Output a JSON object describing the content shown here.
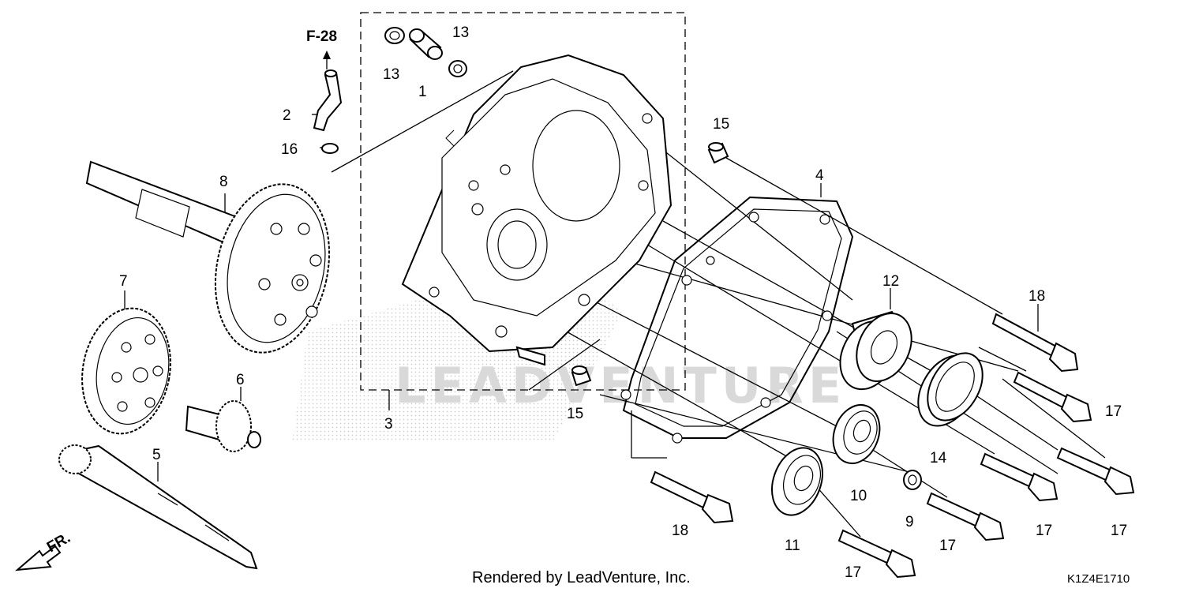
{
  "diagram": {
    "ref_page": "F-28",
    "direction": "FR.",
    "footer_text": "Rendered by LeadVenture, Inc.",
    "diagram_code": "K1Z4E1710",
    "watermark": "LEADVENTURE",
    "callouts": {
      "c1": "1",
      "c2": "2",
      "c3": "3",
      "c4": "4",
      "c5": "5",
      "c6": "6",
      "c7": "7",
      "c8": "8",
      "c9": "9",
      "c10": "10",
      "c11": "11",
      "c12": "12",
      "c13a": "13",
      "c13b": "13",
      "c14": "14",
      "c15a": "15",
      "c15b": "15",
      "c16": "16",
      "c17a": "17",
      "c17b": "17",
      "c17c": "17",
      "c17d": "17",
      "c17e": "17",
      "c18a": "18",
      "c18b": "18"
    }
  }
}
